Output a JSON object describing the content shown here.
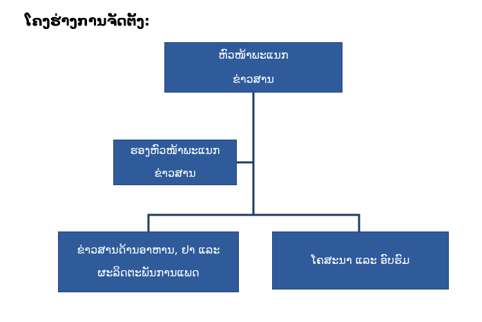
{
  "page": {
    "title": "ໂຄງຮ່າງການຈັດຕັ້ງ:"
  },
  "org_chart": {
    "head": {
      "lines": [
        "ຫົວໜ້າພະແນກ",
        "ຂ່າວສານ"
      ]
    },
    "deputy": {
      "lines": [
        "ຮອງຫົວໜ້າພະແນກ",
        "ຂ່າວສານ"
      ]
    },
    "units": [
      {
        "lines": [
          "ຂ່າວສານດ້ານອາຫານ, ຢາ ແລະ",
          "ຜະລິດຕະພັນການແພດ"
        ]
      },
      {
        "lines": [
          "ໂຄສະນາ ແລະ ອົບຮົມ"
        ]
      }
    ],
    "line_color": "#1f3d63",
    "box_color": "#2f5b9b"
  }
}
